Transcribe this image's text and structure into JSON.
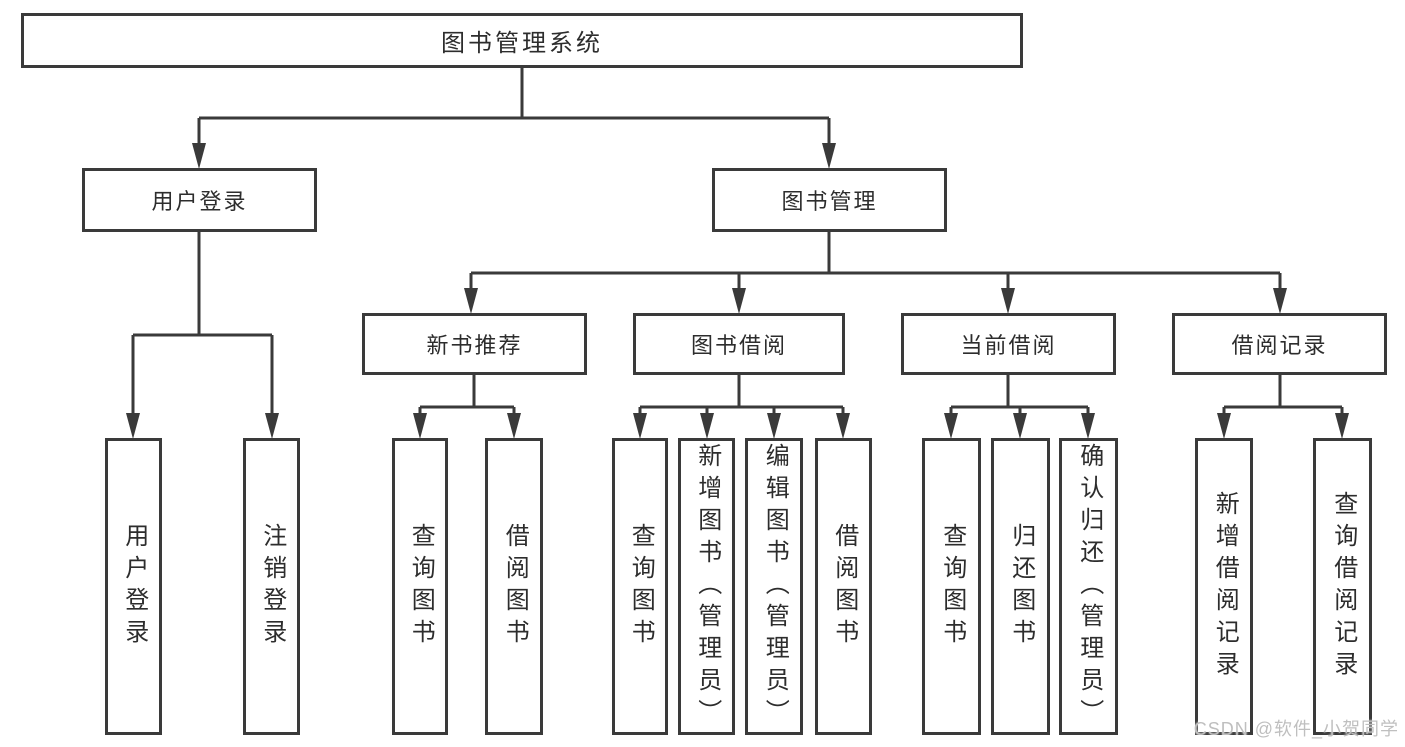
{
  "diagram": {
    "title": "图书管理系统",
    "type": "functional-structure-tree",
    "colors": {
      "line": "#3a3a3a",
      "text": "#2d2d2d",
      "background": "#ffffff",
      "watermark": "#bfbfbf"
    }
  },
  "tree": {
    "root": "图书管理系统",
    "branches": [
      {
        "label": "用户登录",
        "children": [
          "用户登录",
          "注销登录"
        ]
      },
      {
        "label": "图书管理",
        "groups": [
          {
            "label": "新书推荐",
            "children": [
              "查询图书",
              "借阅图书"
            ]
          },
          {
            "label": "图书借阅",
            "children": [
              "查询图书",
              "新增图书（管理员）",
              "编辑图书（管理员）",
              "借阅图书"
            ]
          },
          {
            "label": "当前借阅",
            "children": [
              "查询图书",
              "归还图书",
              "确认归还（管理员）"
            ]
          },
          {
            "label": "借阅记录",
            "children": [
              "新增借阅记录",
              "查询借阅记录"
            ]
          }
        ]
      }
    ]
  },
  "watermark": {
    "text": "CSDN @软件_小贺同学"
  }
}
